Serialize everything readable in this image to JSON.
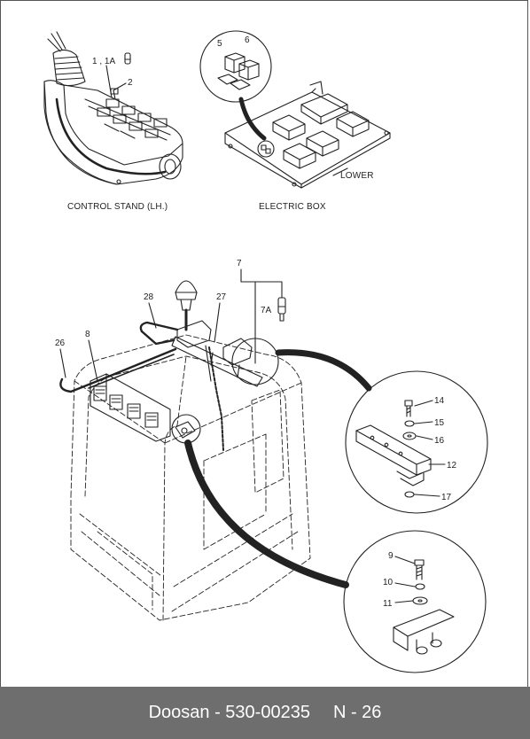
{
  "captions": {
    "control_stand": "CONTROL STAND (LH.)",
    "electric_box": "ELECTRIC BOX",
    "lower": "LOWER"
  },
  "callouts": {
    "c1_1a": "1 , 1A",
    "c2": "2",
    "c5": "5",
    "c6": "6",
    "c7": "7",
    "c7a": "7A",
    "c8": "8",
    "c9": "9",
    "c10": "10",
    "c11": "11",
    "c12": "12",
    "c14": "14",
    "c15": "15",
    "c16": "16",
    "c17": "17",
    "c26": "26",
    "c27": "27",
    "c28": "28"
  },
  "footer": {
    "brand": "Doosan",
    "separator": "-",
    "part_number": "530-00235",
    "page": "N - 26"
  },
  "colors": {
    "footer_bg": "#6e6e6e",
    "footer_text": "#ffffff",
    "line": "#222222"
  }
}
